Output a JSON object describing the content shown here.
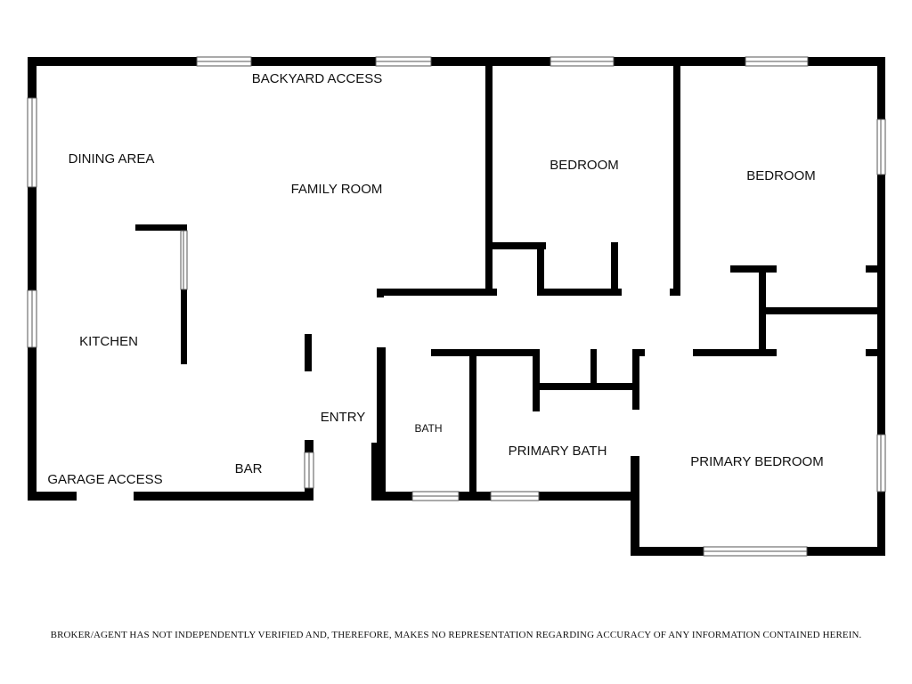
{
  "rooms": {
    "backyard_access": "BACKYARD ACCESS",
    "dining_area": "DINING AREA",
    "family_room": "FAMILY ROOM",
    "bedroom_1": "BEDROOM",
    "bedroom_2": "BEDROOM",
    "kitchen": "KITCHEN",
    "entry": "ENTRY",
    "bath": "BATH",
    "primary_bath": "PRIMARY BATH",
    "primary_bedroom": "PRIMARY BEDROOM",
    "garage_access": "GARAGE ACCESS",
    "bar": "BAR"
  },
  "disclaimer": "BROKER/AGENT HAS NOT INDEPENDENTLY VERIFIED AND, THEREFORE, MAKES NO REPRESENTATION REGARDING ACCURACY OF ANY INFORMATION CONTAINED HEREIN.",
  "colors": {
    "wall": "#000000",
    "background": "#ffffff",
    "window_frame": "#555555"
  }
}
